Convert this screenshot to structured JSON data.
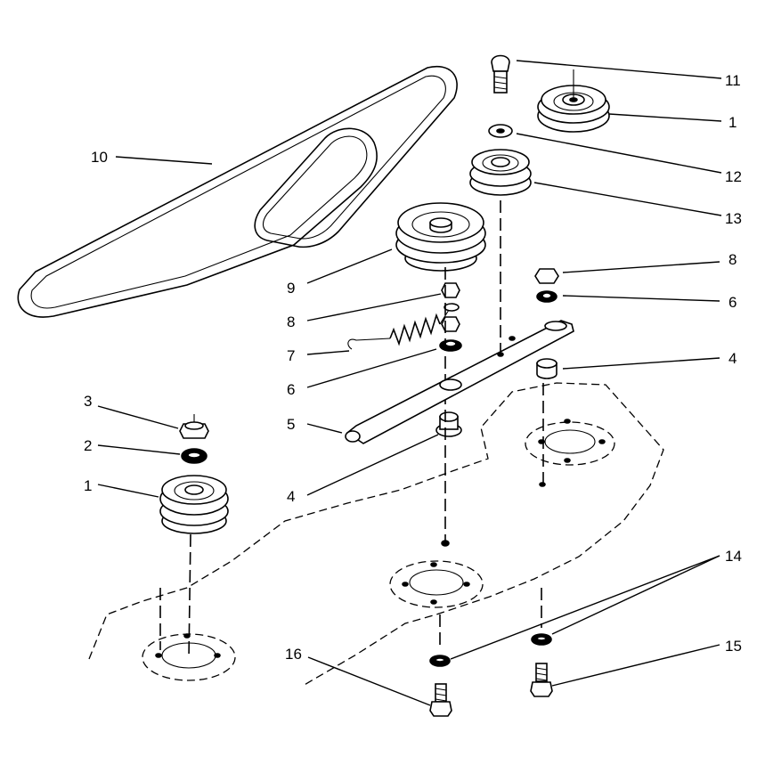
{
  "callouts": {
    "c1_top": "1",
    "c1_left": "1",
    "c2": "2",
    "c3": "3",
    "c4_right": "4",
    "c4_left": "4",
    "c5": "5",
    "c6_right": "6",
    "c6_left": "6",
    "c7": "7",
    "c8_right": "8",
    "c8_left": "8",
    "c9": "9",
    "c10": "10",
    "c11": "11",
    "c12": "12",
    "c13": "13",
    "c14": "14",
    "c15": "15",
    "c16": "16"
  }
}
